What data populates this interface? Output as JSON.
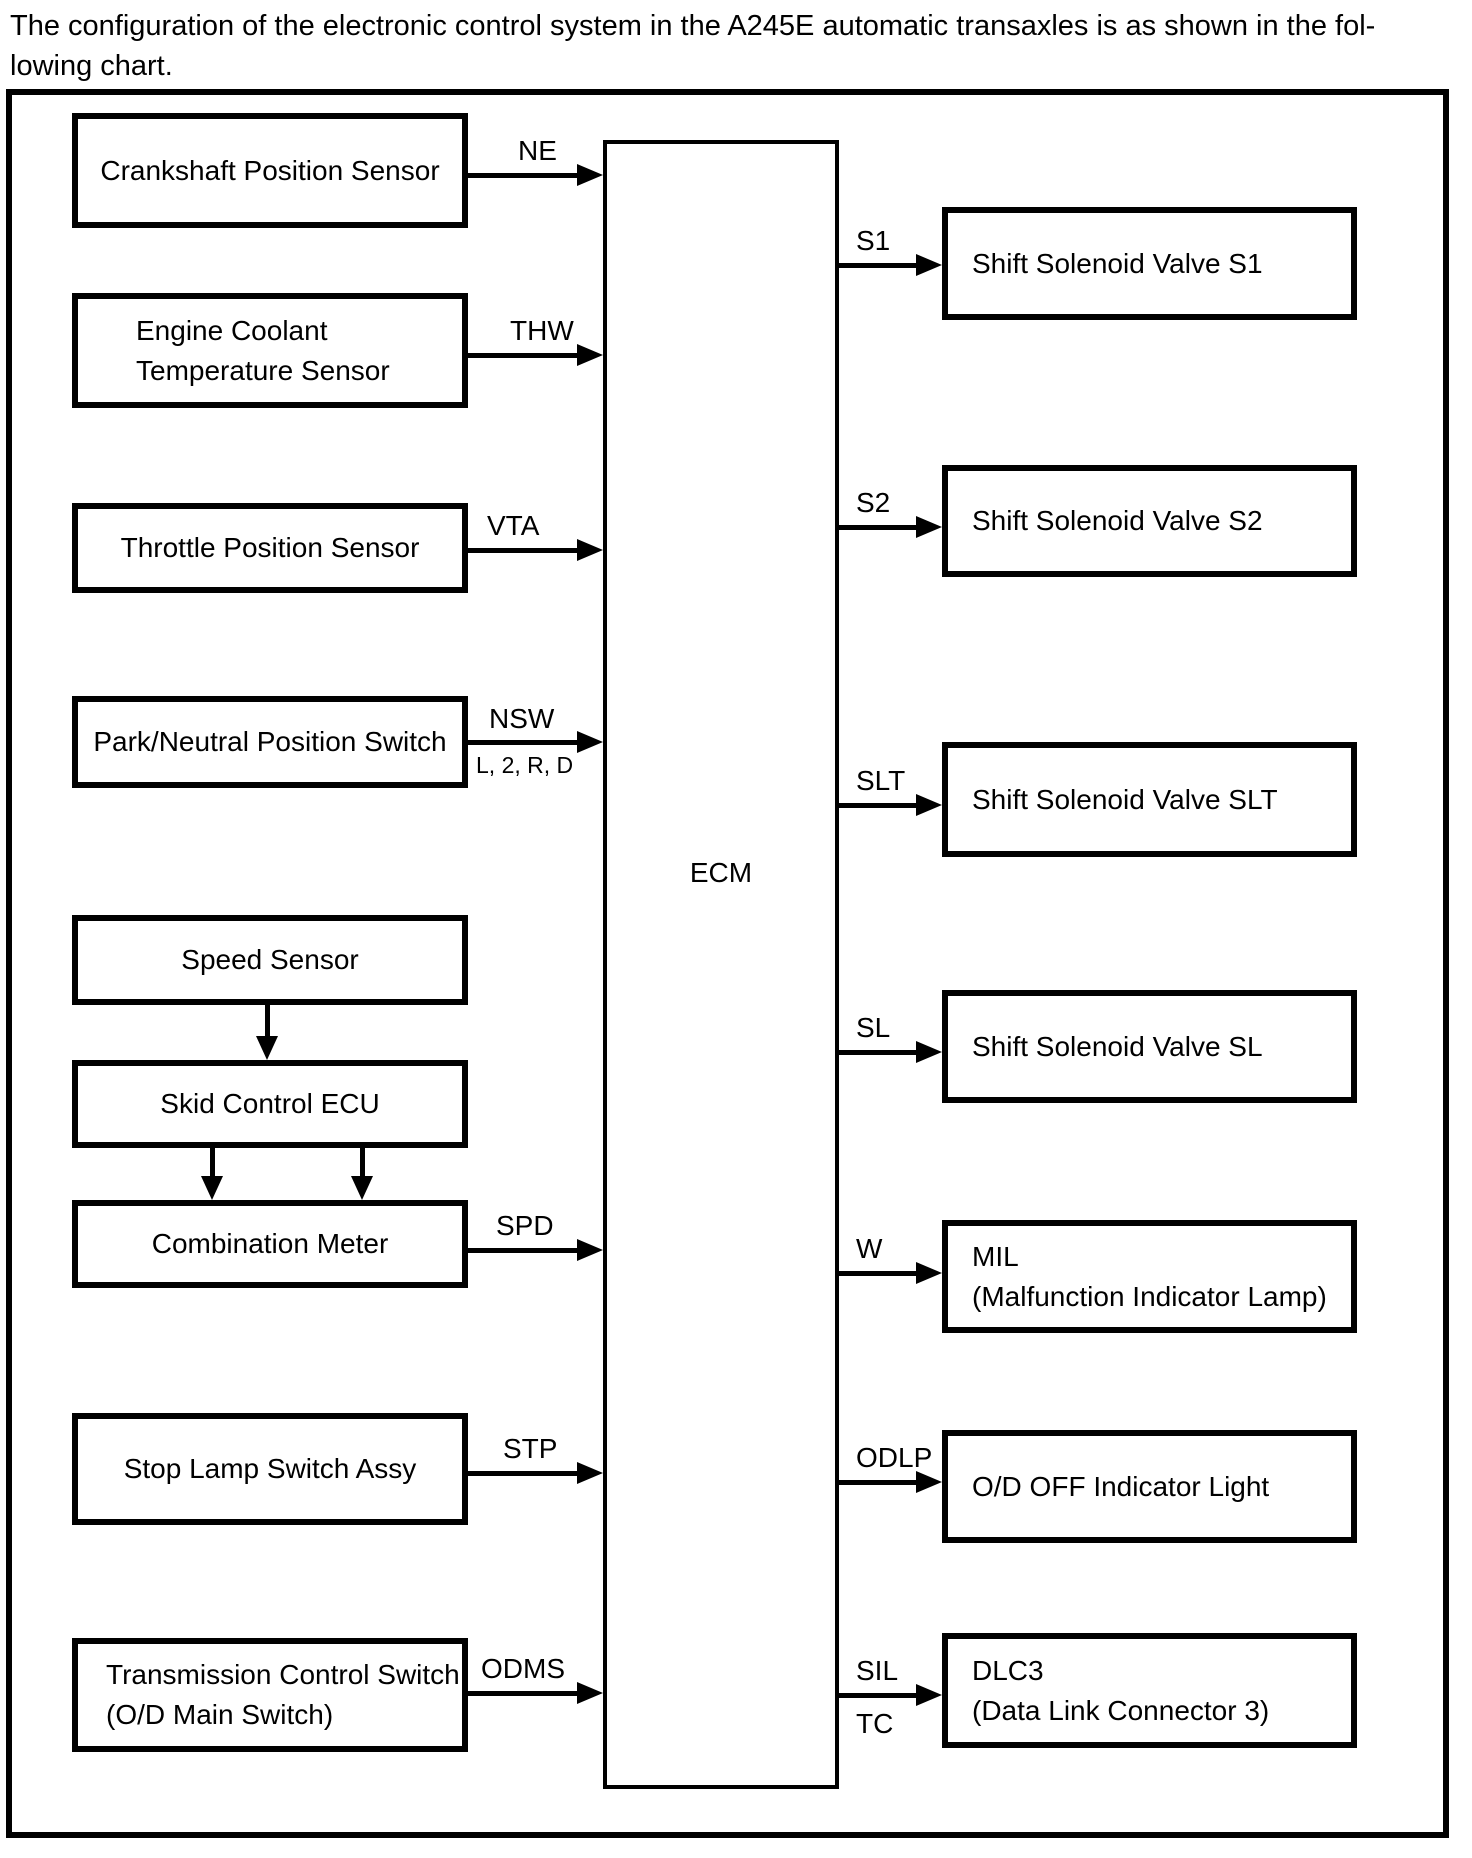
{
  "title": {
    "line1": "The configuration of the electronic control system in the A245E automatic transaxles is as shown in the fol-",
    "line2": "lowing chart."
  },
  "ecm": {
    "label": "ECM"
  },
  "inputs": [
    {
      "name": "crankshaft-position-sensor",
      "label": "Crankshaft Position Sensor",
      "signal": "NE"
    },
    {
      "name": "engine-coolant-temperature-sensor",
      "label": "Engine Coolant\nTemperature Sensor",
      "signal": "THW"
    },
    {
      "name": "throttle-position-sensor",
      "label": "Throttle Position Sensor",
      "signal": "VTA"
    },
    {
      "name": "park-neutral-position-switch",
      "label": "Park/Neutral Position Switch",
      "signal": "NSW",
      "signal_sub": "L, 2, R, D"
    },
    {
      "name": "speed-sensor",
      "label": "Speed Sensor"
    },
    {
      "name": "skid-control-ecu",
      "label": "Skid Control ECU"
    },
    {
      "name": "combination-meter",
      "label": "Combination Meter",
      "signal": "SPD"
    },
    {
      "name": "stop-lamp-switch-assy",
      "label": "Stop Lamp Switch Assy",
      "signal": "STP"
    },
    {
      "name": "transmission-control-switch",
      "label": "Transmission Control Switch\n(O/D Main Switch)",
      "signal": "ODMS"
    }
  ],
  "outputs": [
    {
      "name": "shift-solenoid-valve-s1",
      "label": "Shift Solenoid Valve S1",
      "signal": "S1"
    },
    {
      "name": "shift-solenoid-valve-s2",
      "label": "Shift Solenoid Valve S2",
      "signal": "S2"
    },
    {
      "name": "shift-solenoid-valve-slt",
      "label": "Shift Solenoid Valve SLT",
      "signal": "SLT"
    },
    {
      "name": "shift-solenoid-valve-sl",
      "label": "Shift Solenoid Valve SL",
      "signal": "SL"
    },
    {
      "name": "mil",
      "label": "MIL\n(Malfunction Indicator Lamp)",
      "signal": "W"
    },
    {
      "name": "od-off-indicator-light",
      "label": "O/D OFF Indicator Light",
      "signal": "ODLP"
    },
    {
      "name": "dlc3",
      "label": "DLC3\n(Data Link Connector 3)",
      "signal": "SIL",
      "signal_sub": "TC"
    }
  ],
  "colors": {
    "ink": "#000000",
    "paper": "#ffffff"
  }
}
